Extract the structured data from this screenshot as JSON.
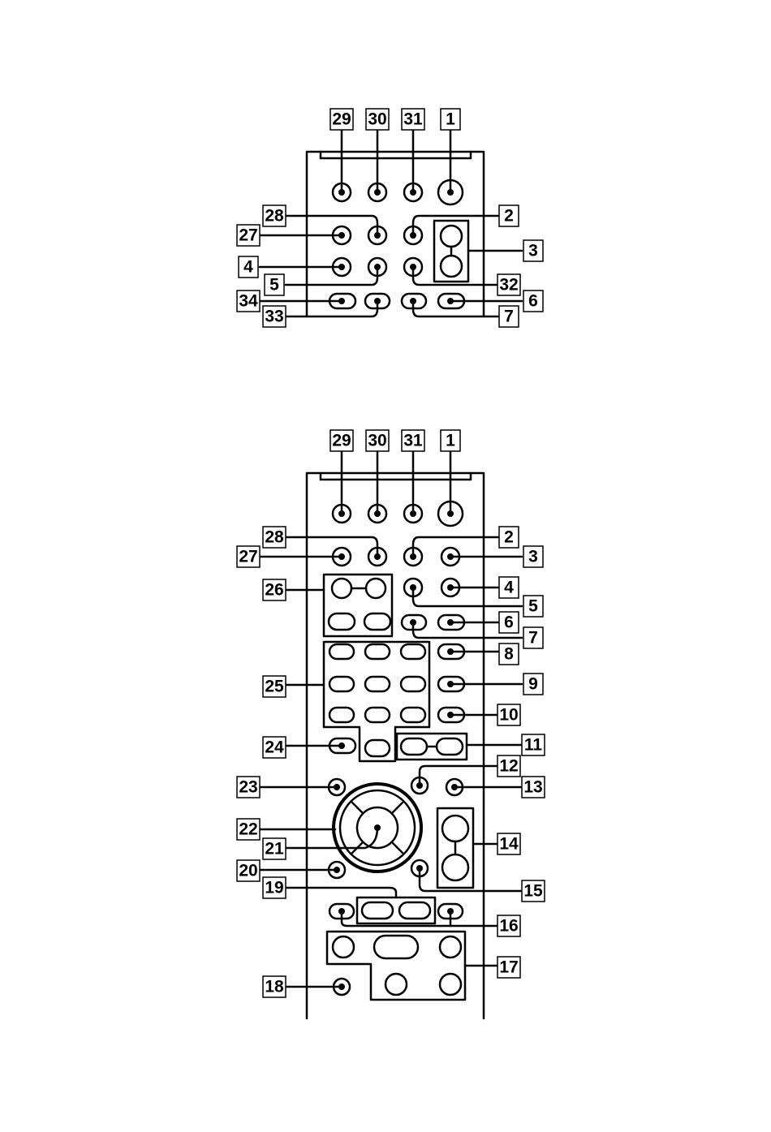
{
  "diagrams": [
    {
      "name": "remote-top-section",
      "callouts": [
        "29",
        "30",
        "31",
        "1",
        "28",
        "2",
        "27",
        "3",
        "4",
        "32",
        "5",
        "34",
        "6",
        "33",
        "7"
      ]
    },
    {
      "name": "remote-full",
      "callouts": [
        "29",
        "30",
        "31",
        "1",
        "28",
        "2",
        "27",
        "3",
        "26",
        "4",
        "5",
        "6",
        "7",
        "8",
        "25",
        "9",
        "10",
        "24",
        "11",
        "12",
        "23",
        "13",
        "22",
        "14",
        "21",
        "20",
        "15",
        "19",
        "16",
        "17",
        "18"
      ]
    }
  ],
  "colors": {
    "line": "#000000",
    "background": "#ffffff"
  }
}
